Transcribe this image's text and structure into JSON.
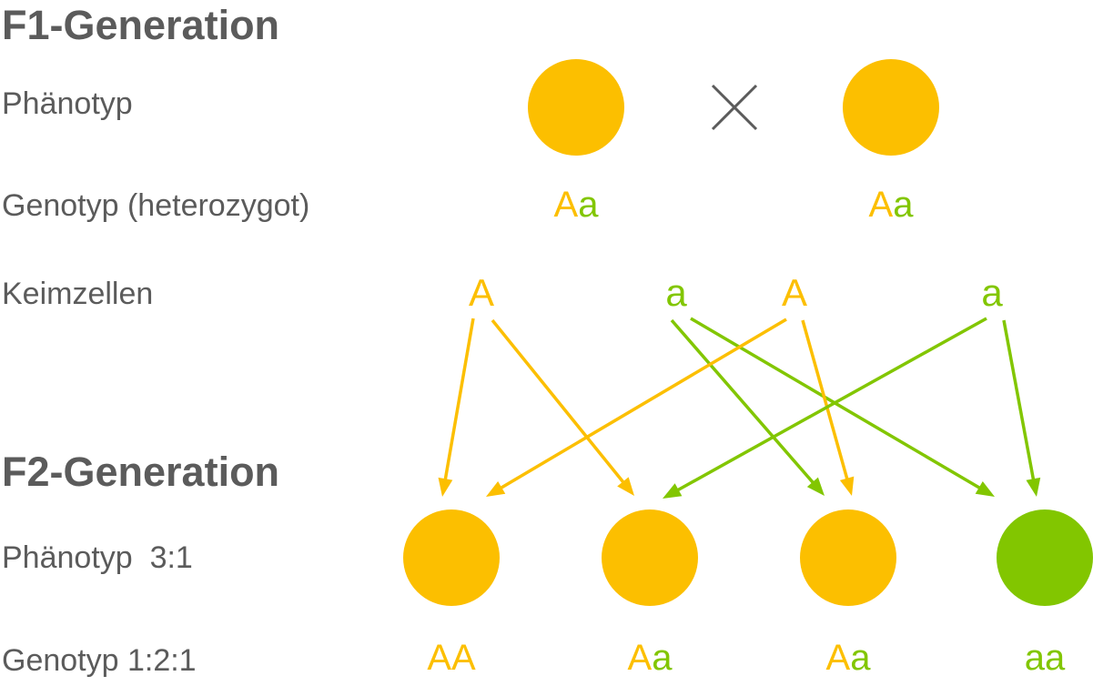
{
  "colors": {
    "dominant": "#fcbf00",
    "recessive": "#82c600",
    "text": "#5b5b5b",
    "cross": "#5b5b5b"
  },
  "f1": {
    "heading": "F1-Generation",
    "phenotype_label": "Phänotyp",
    "genotype_label": "Genotyp (heterozygot)",
    "gametes_label": "Keimzellen",
    "parents": [
      {
        "phenotype": "dominant",
        "genotype": [
          {
            "t": "A",
            "c": "dominant"
          },
          {
            "t": "a",
            "c": "recessive"
          }
        ]
      },
      {
        "phenotype": "dominant",
        "genotype": [
          {
            "t": "A",
            "c": "dominant"
          },
          {
            "t": "a",
            "c": "recessive"
          }
        ]
      }
    ],
    "cross_symbol": "cross-icon",
    "gametes": [
      {
        "t": "A",
        "c": "dominant"
      },
      {
        "t": "a",
        "c": "recessive"
      },
      {
        "t": "A",
        "c": "dominant"
      },
      {
        "t": "a",
        "c": "recessive"
      }
    ]
  },
  "f2": {
    "heading": "F2-Generation",
    "phenotype_label": "Phänotyp  3:1",
    "genotype_label": "Genotyp 1:2:1",
    "offspring": [
      {
        "phenotype": "dominant",
        "genotype": [
          {
            "t": "A",
            "c": "dominant"
          },
          {
            "t": "A",
            "c": "dominant"
          }
        ]
      },
      {
        "phenotype": "dominant",
        "genotype": [
          {
            "t": "A",
            "c": "dominant"
          },
          {
            "t": "a",
            "c": "recessive"
          }
        ]
      },
      {
        "phenotype": "dominant",
        "genotype": [
          {
            "t": "A",
            "c": "dominant"
          },
          {
            "t": "a",
            "c": "recessive"
          }
        ]
      },
      {
        "phenotype": "recessive",
        "genotype": [
          {
            "t": "a",
            "c": "recessive"
          },
          {
            "t": "a",
            "c": "recessive"
          }
        ]
      }
    ]
  },
  "arrows": [
    {
      "from": 0,
      "to": 0,
      "c": "dominant"
    },
    {
      "from": 0,
      "to": 1,
      "c": "dominant"
    },
    {
      "from": 1,
      "to": 2,
      "c": "recessive"
    },
    {
      "from": 1,
      "to": 3,
      "c": "recessive"
    },
    {
      "from": 2,
      "to": 0,
      "c": "dominant"
    },
    {
      "from": 2,
      "to": 2,
      "c": "dominant"
    },
    {
      "from": 3,
      "to": 1,
      "c": "recessive"
    },
    {
      "from": 3,
      "to": 3,
      "c": "recessive"
    }
  ]
}
